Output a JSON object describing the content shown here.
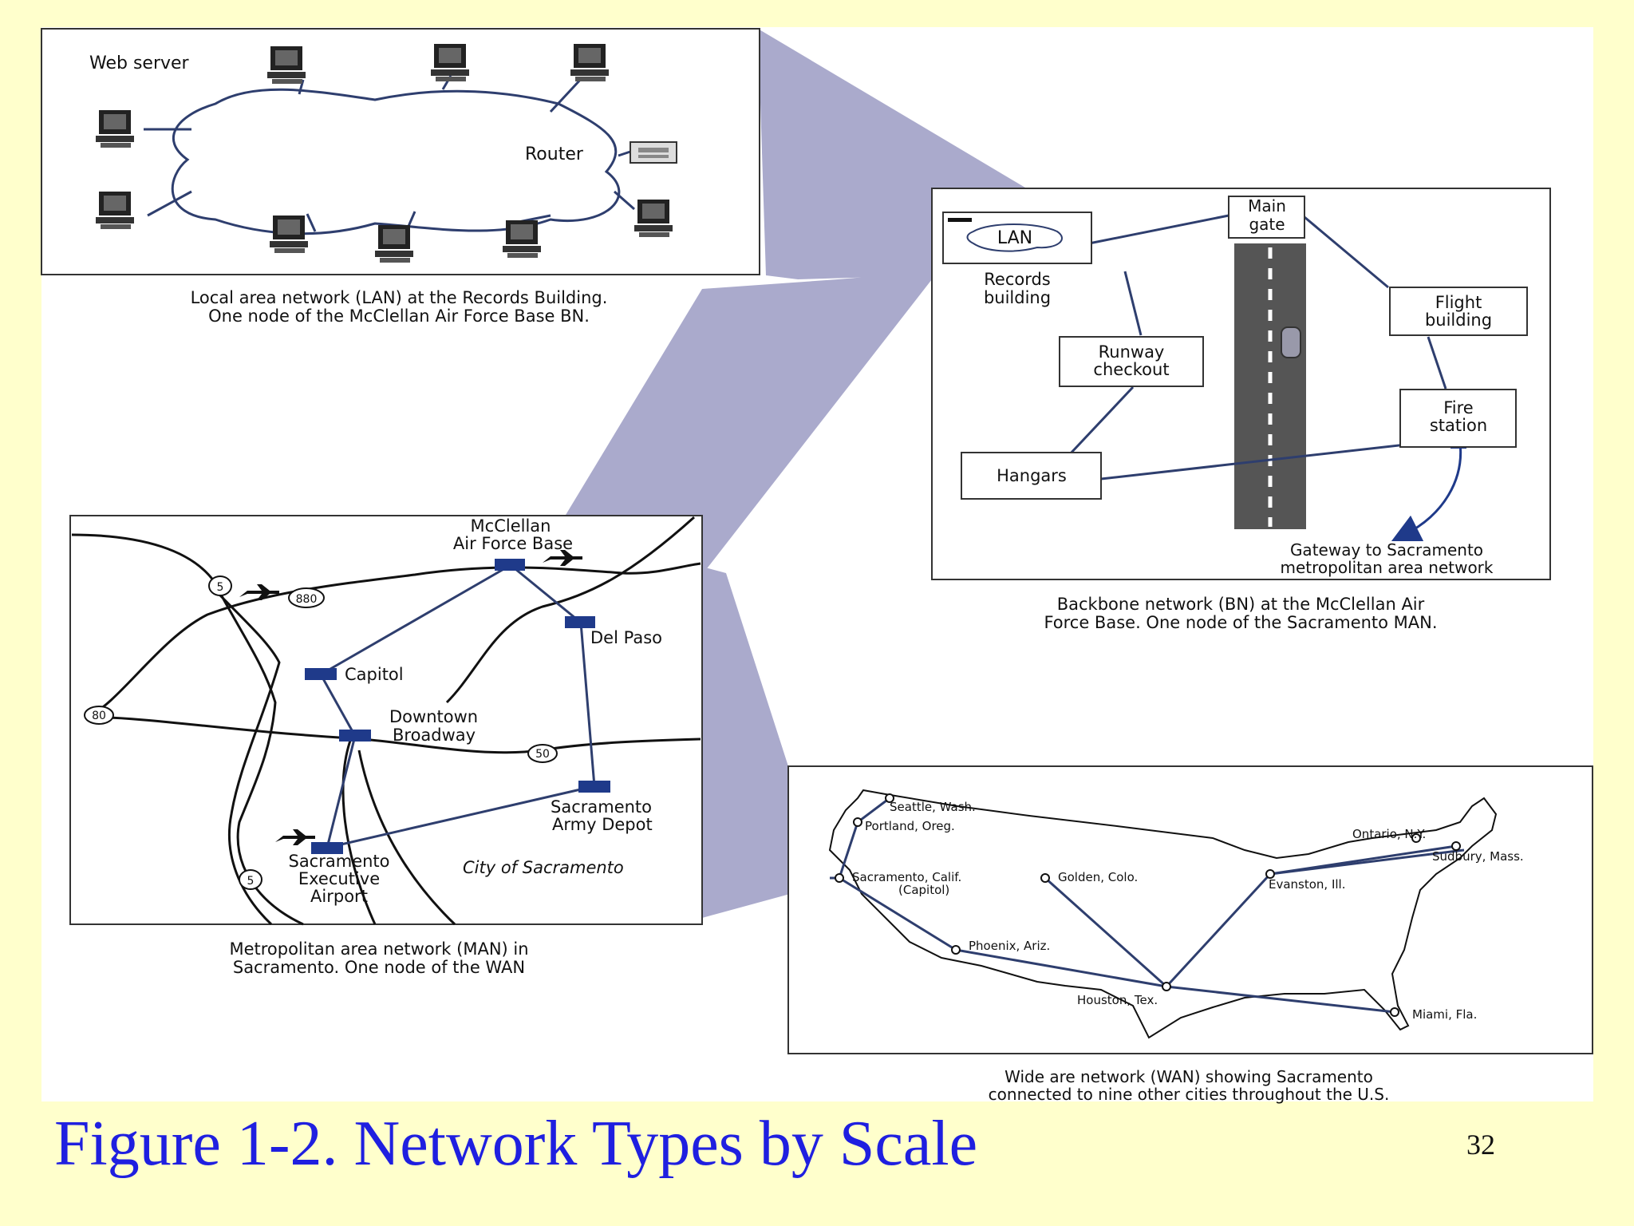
{
  "slide": {
    "title": "Figure 1-2. Network Types by Scale",
    "page_number": "32"
  },
  "lan": {
    "web_server_label": "Web server",
    "router_label": "Router",
    "caption_line1": "Local area network (LAN) at the Records Building.",
    "caption_line2": "One node of the McClellan Air Force Base BN."
  },
  "bn": {
    "lan_label": "LAN",
    "records_line1": "Records",
    "records_line2": "building",
    "main_gate_line1": "Main",
    "main_gate_line2": "gate",
    "flight_line1": "Flight",
    "flight_line2": "building",
    "runway_line1": "Runway",
    "runway_line2": "checkout",
    "fire_line1": "Fire",
    "fire_line2": "station",
    "hangars": "Hangars",
    "gateway_line1": "Gateway to Sacramento",
    "gateway_line2": "metropolitan area network",
    "caption_line1": "Backbone network (BN) at the McClellan Air",
    "caption_line2": "Force Base.  One node of the Sacramento MAN."
  },
  "man": {
    "mcclellan_line1": "McClellan",
    "mcclellan_line2": "Air Force Base",
    "del_paso": "Del Paso",
    "capitol": "Capitol",
    "downtown_line1": "Downtown",
    "downtown_line2": "Broadway",
    "army_line1": "Sacramento",
    "army_line2": "Army Depot",
    "airport_line1": "Sacramento",
    "airport_line2": "Executive",
    "airport_line3": "Airport",
    "city_label": "City of Sacramento",
    "hwy_5": "5",
    "hwy_880": "880",
    "hwy_80": "80",
    "hwy_50": "50",
    "hwy_5b": "5",
    "caption_line1": "Metropolitan area network (MAN) in",
    "caption_line2": "Sacramento. One node of the WAN"
  },
  "wan": {
    "seattle": "Seattle, Wash.",
    "portland": "Portland, Oreg.",
    "sacramento_line1": "Sacramento, Calif.",
    "sacramento_line2": "(Capitol)",
    "golden": "Golden, Colo.",
    "phoenix": "Phoenix, Ariz.",
    "houston": "Houston, Tex.",
    "miami": "Miami, Fla.",
    "evanston": "Evanston, Ill.",
    "ontario": "Ontario, N.Y.",
    "sudbury": "Sudbury, Mass.",
    "caption_line1": "Wide are network (WAN) showing Sacramento",
    "caption_line2": "connected to nine other cities throughout the U.S."
  },
  "colors": {
    "background": "#FFFFCC",
    "panel": "#FFFFFF",
    "zoom_wedge": "#AAAACC",
    "network_line": "#2E3E6E",
    "node": "#1F3A8A",
    "title": "#1F1FE0"
  }
}
